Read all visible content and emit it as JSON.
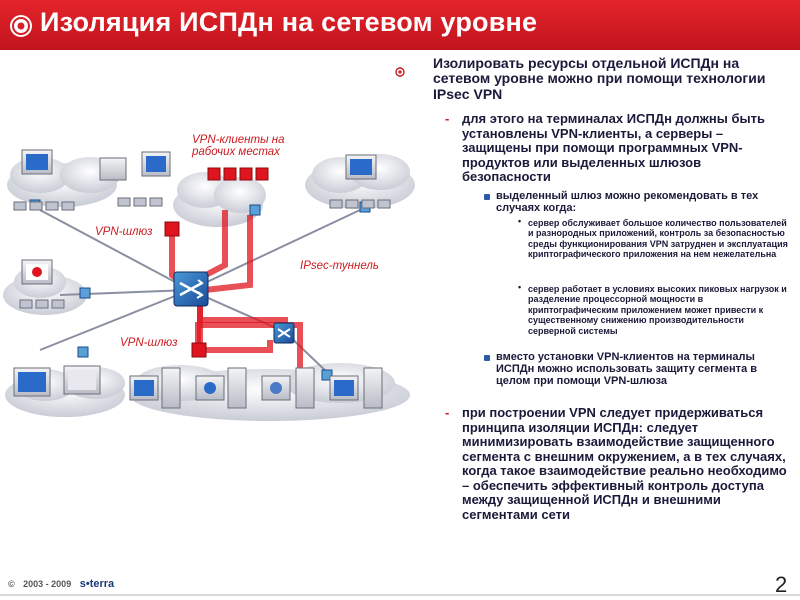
{
  "header": {
    "title": "Изоляция ИСПДн на сетевом уровне"
  },
  "diagram": {
    "labels": {
      "vpn_clients": "VPN-клиенты на рабочих местах",
      "vpn_gateway_top": "VPN-шлюз",
      "ipsec_tunnel": "IPsec-туннель",
      "vpn_gateway_bottom": "VPN-шлюз"
    }
  },
  "content": {
    "level1": "Изолировать ресурсы отдельной ИСПДн на сетевом уровне можно при помощи технологии IPsec VPN",
    "item_a": "для этого на терминалах ИСПДн должны быть установлены VPN-клиенты, а серверы – защищены при помощи программных VPN-продуктов или выделенных шлюзов безопасности",
    "item_a1": "выделенный шлюз можно рекомендовать в тех случаях когда:",
    "item_a1_1": "сервер обслуживает большое количество пользователей и разнородных приложений, контроль за безопасностью среды функционирования VPN затруднен и эксплуатация криптографического приложения на нем нежелательна",
    "item_a1_2": "сервер работает в условиях высоких пиковых нагрузок и разделение процессорной мощности в криптографическим приложением может привести к существенному снижению производительности серверной системы",
    "item_a2": "вместо установки VPN-клиентов на терминалы ИСПДн можно использовать защиту сегмента в целом при помощи VPN-шлюза",
    "item_b": "при построении VPN следует придерживаться принципа изоляции ИСПДн: следует минимизировать взаимодействие защищенного сегмента с внешним окружением, а в тех случаях, когда такое взаимодействие реально необходимо – обеспечить эффективный контроль доступа между защищенной ИСПДн и внешними сегментами сети",
    "dash": "-",
    "sub_bullet": "•"
  },
  "footer": {
    "years": "2003 - 2009",
    "brand": "s•terra",
    "copyright": "©",
    "page": "2"
  },
  "colors": {
    "header_red": "#d81e26",
    "tunnel_red": "#e0141e",
    "accent_blue": "#1a5aa8"
  }
}
